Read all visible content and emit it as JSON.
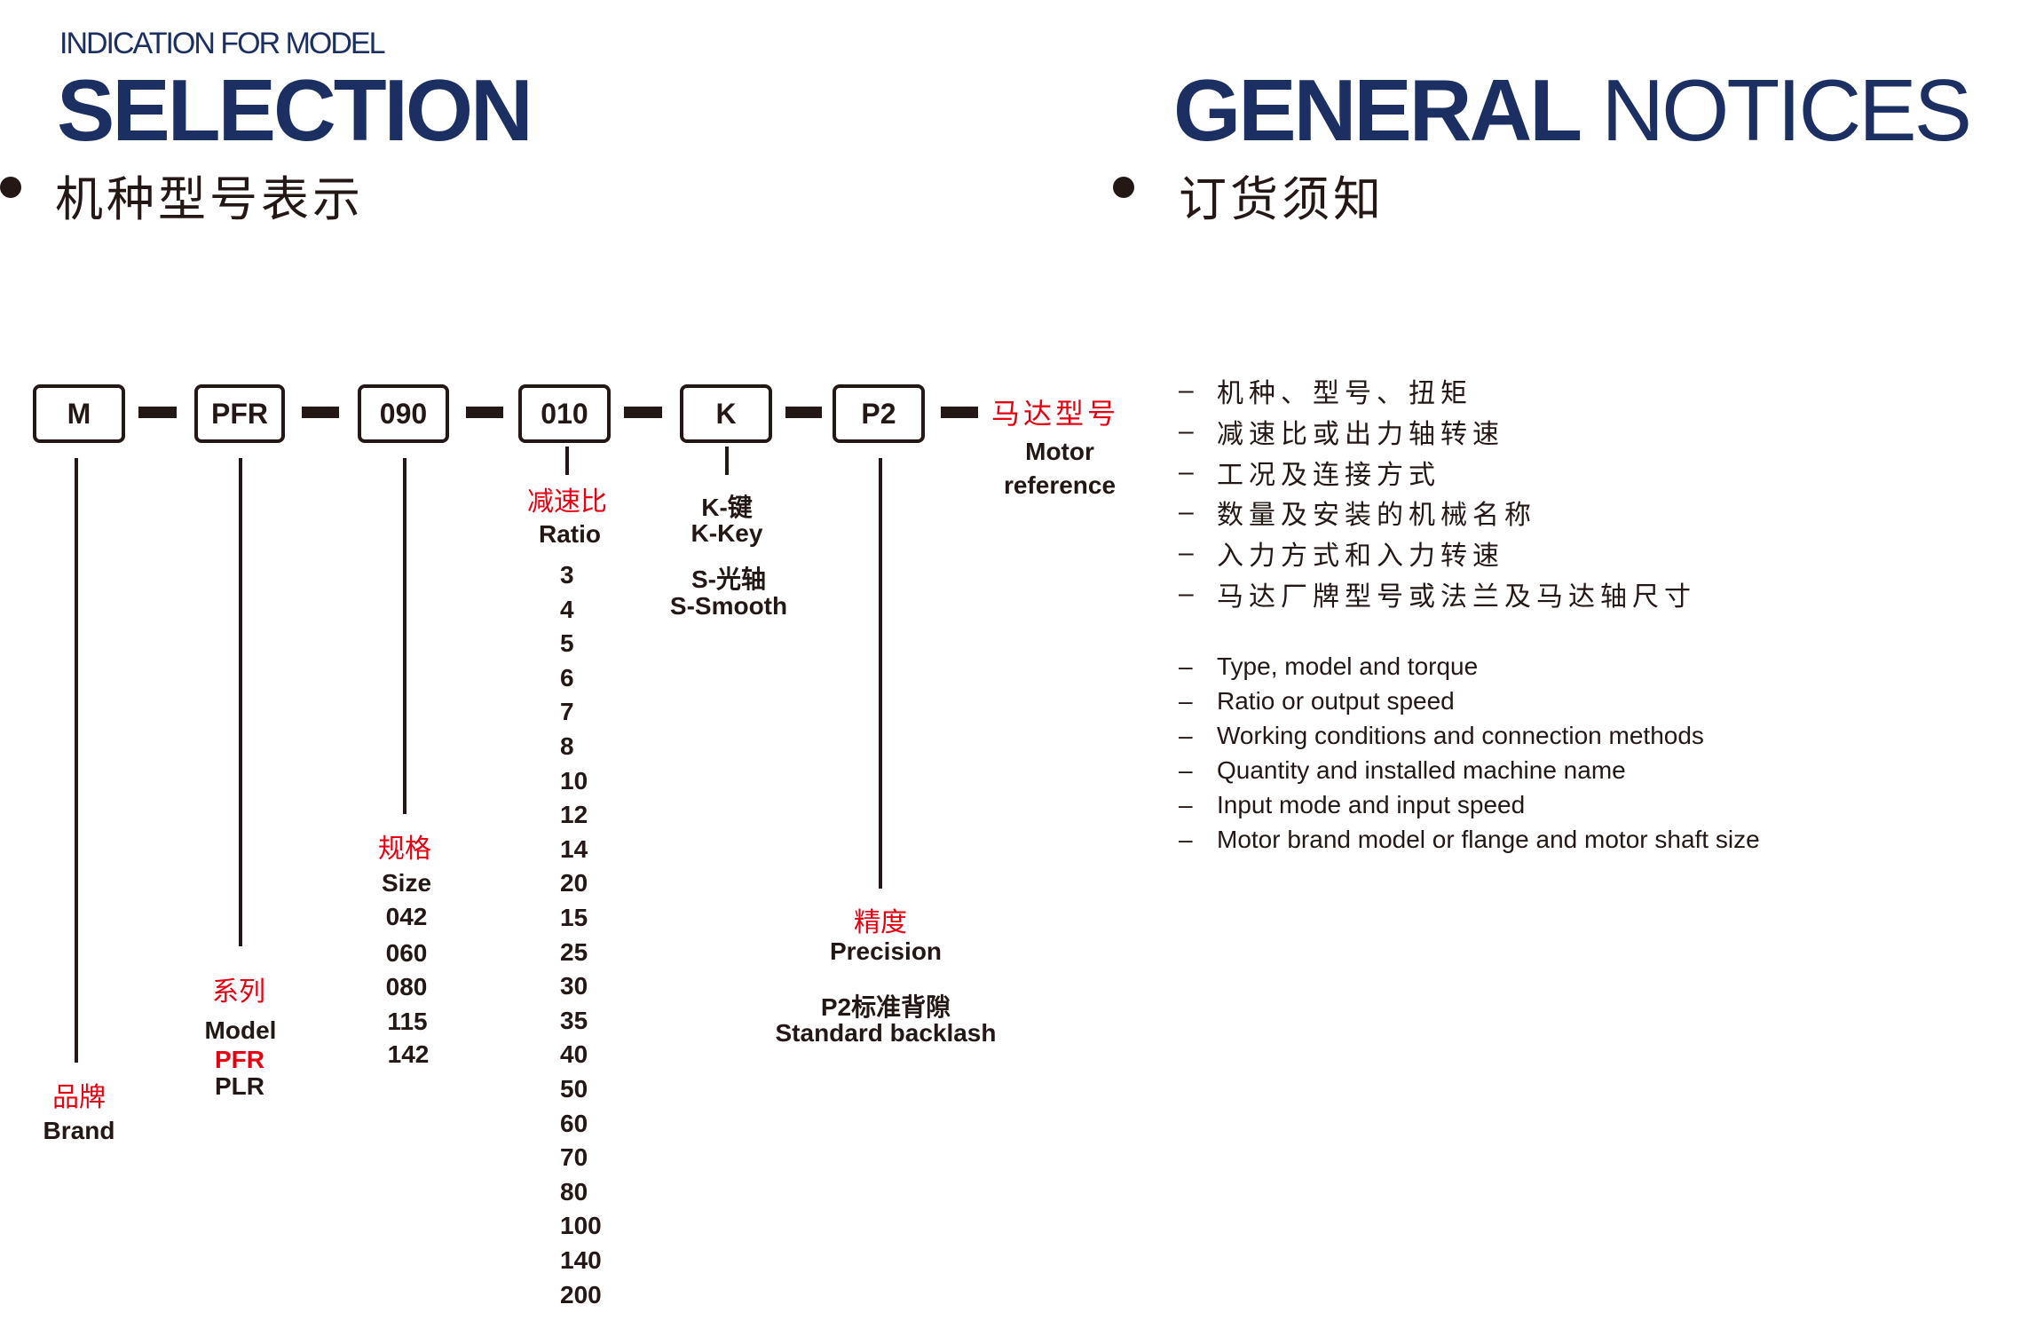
{
  "left": {
    "subtitle": "INDICATION FOR MODEL",
    "title": "SELECTION",
    "heading_cn": "机种型号表示"
  },
  "right": {
    "title_bold": "GENERAL",
    "title_light": "NOTICES",
    "heading_cn": "订货须知",
    "notices_cn": [
      "机种、型号、扭矩",
      "减速比或出力轴转速",
      "工况及连接方式",
      "数量及安装的机械名称",
      "入力方式和入力转速",
      "马达厂牌型号或法兰及马达轴尺寸"
    ],
    "notices_en": [
      "Type, model and torque",
      "Ratio or output speed",
      "Working conditions and connection methods",
      "Quantity and installed machine name",
      "Input mode and input speed",
      "Motor brand model or flange and motor shaft size"
    ],
    "dash": "–"
  },
  "code": {
    "boxes": [
      "M",
      "PFR",
      "090",
      "010",
      "K",
      "P2"
    ],
    "motor": {
      "cn": "马达型号",
      "en1": "Motor",
      "en2": "reference"
    }
  },
  "brand": {
    "cn": "品牌",
    "en": "Brand"
  },
  "model": {
    "cn": "系列",
    "en": "Model",
    "options": [
      "PFR",
      "PLR"
    ]
  },
  "size": {
    "cn": "规格",
    "en": "Size",
    "options": [
      "042",
      "060",
      "080",
      "115",
      "142"
    ]
  },
  "ratio": {
    "cn": "减速比",
    "en": "Ratio",
    "options": [
      "3",
      "4",
      "5",
      "6",
      "7",
      "8",
      "10",
      "12",
      "14",
      "20",
      "15",
      "25",
      "30",
      "35",
      "40",
      "50",
      "60",
      "70",
      "80",
      "100",
      "140",
      "200"
    ]
  },
  "shaft": {
    "key": "K-键",
    "key_en": "K-Key",
    "smooth": "S-光轴",
    "smooth_en": "S-Smooth"
  },
  "precision": {
    "cn": "精度",
    "en": "Precision",
    "value_cn": "P2标准背隙",
    "value_en": "Standard backlash"
  },
  "colors": {
    "navy": "#1b2f63",
    "red": "#e60012",
    "text": "#231815"
  }
}
